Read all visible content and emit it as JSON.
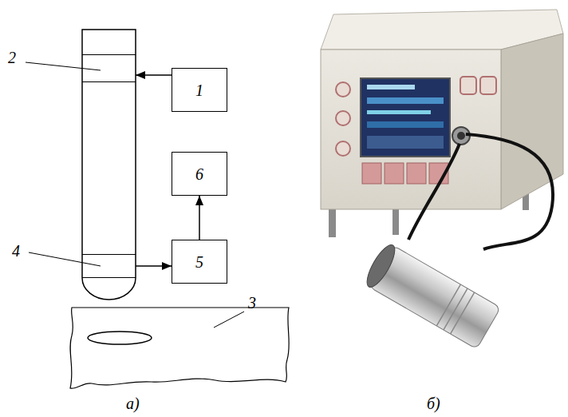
{
  "diagram": {
    "nodes": [
      {
        "text": [
          "2"
        ]
      },
      {
        "text": [
          "1"
        ]
      },
      {
        "text": [
          "6"
        ]
      },
      {
        "text": [
          "4"
        ]
      },
      {
        "text": [
          "5"
        ]
      }
    ],
    "edges": [
      {
        "from": 1,
        "to": 0,
        "arrow": "to"
      },
      {
        "from": 3,
        "to": 4,
        "arrow": "to"
      },
      {
        "from": 4,
        "to": 2,
        "arrow": "to"
      }
    ],
    "labels": [
      "3",
      "а)",
      "б)"
    ]
  }
}
